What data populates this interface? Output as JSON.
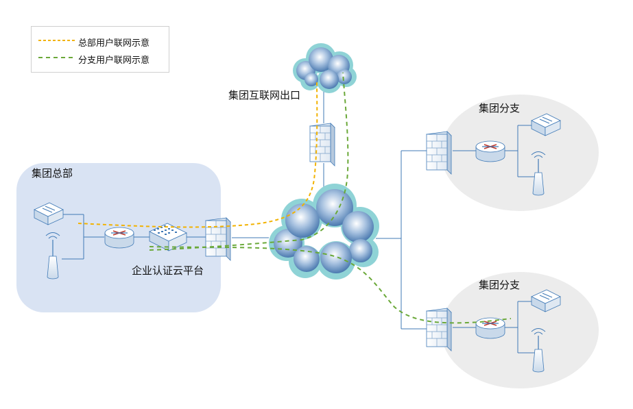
{
  "legend": {
    "items": [
      {
        "label": "总部用户联网示意",
        "color": "#f2b200"
      },
      {
        "label": "分支用户联网示意",
        "color": "#6aa838"
      }
    ]
  },
  "labels": {
    "internet_exit": "集团互联网出口",
    "headquarters": "集团总部",
    "branch_top": "集团分支",
    "branch_bottom": "集团分支",
    "cloud_platform": "企业认证云平台"
  },
  "colors": {
    "hq_zone": "#d9e3f3",
    "branch_zone": "#ececec",
    "link_line": "#3f79b6",
    "hq_path": "#f2b200",
    "branch_path": "#6aa838"
  }
}
